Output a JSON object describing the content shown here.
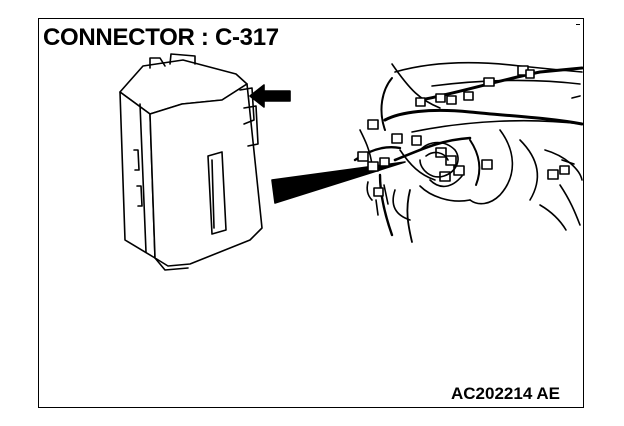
{
  "figure": {
    "title": "CONNECTOR : C-317",
    "code": "AC202214 AE"
  },
  "colors": {
    "line": "#000000",
    "background": "#ffffff"
  },
  "icons": {
    "pointer": "left-arrow-icon",
    "callout": "leader-wedge"
  }
}
